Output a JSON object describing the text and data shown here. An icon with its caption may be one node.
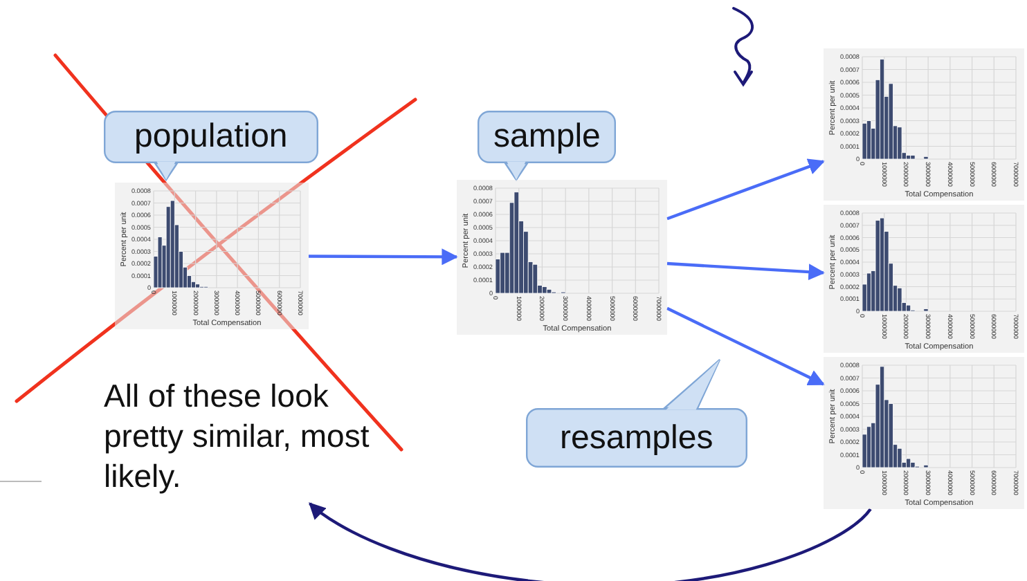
{
  "diagram": {
    "nodes": [
      {
        "text": [
          "population"
        ]
      },
      {
        "text": [],
        "shape": "chart"
      },
      {
        "text": [
          "sample"
        ]
      },
      {
        "text": [],
        "shape": "chart"
      },
      {
        "text": [],
        "shape": "chart"
      },
      {
        "text": [],
        "shape": "chart"
      },
      {
        "text": [],
        "shape": "chart"
      },
      {
        "text": [
          "resamples"
        ]
      },
      {
        "text": [
          "All of these look pretty similar, most likely."
        ]
      }
    ],
    "edges": [
      {
        "from": 1,
        "to": 3,
        "arrow": "to"
      },
      {
        "from": 3,
        "to": 4,
        "arrow": "to"
      },
      {
        "from": 3,
        "to": 5,
        "arrow": "to"
      },
      {
        "from": 3,
        "to": 6,
        "arrow": "to"
      },
      {
        "from": 6,
        "to": 8,
        "arrow": "to",
        "color": "#1d1a78"
      }
    ],
    "chart_data": [
      {
        "type": "bar",
        "grid": true,
        "xlabel": "Total Compensation",
        "ylabel": "Percent per unit",
        "x": [
          0,
          200000,
          400000,
          600000,
          800000,
          1000000,
          1200000,
          1400000,
          1600000,
          1800000,
          2000000,
          2200000,
          2400000
        ],
        "values": [
          0.00026,
          0.00042,
          0.00035,
          0.00067,
          0.00072,
          0.00052,
          0.0003,
          0.00017,
          0.0001,
          5e-05,
          3e-05,
          1e-05,
          1e-05
        ],
        "xlim": [
          0,
          7000000
        ],
        "ylim": [
          0,
          0.0008
        ],
        "xticks": [
          0,
          1000000,
          2000000,
          3000000,
          4000000,
          5000000,
          6000000,
          7000000
        ],
        "yticks": [
          0,
          0.0001,
          0.0002,
          0.0003,
          0.0004,
          0.0005,
          0.0006,
          0.0007,
          0.0008
        ]
      },
      {
        "type": "bar",
        "grid": true,
        "xlabel": "Total Compensation",
        "ylabel": "Percent per unit",
        "x": [
          0,
          200000,
          400000,
          600000,
          800000,
          1000000,
          1200000,
          1400000,
          1600000,
          1800000,
          2000000,
          2200000,
          2400000,
          2800000
        ],
        "values": [
          0.00026,
          0.00031,
          0.00031,
          0.00069,
          0.00077,
          0.00055,
          0.00047,
          0.00024,
          0.00022,
          6e-05,
          5e-05,
          3e-05,
          1e-05,
          1e-05
        ],
        "xlim": [
          0,
          7000000
        ],
        "ylim": [
          0,
          0.0008
        ],
        "xticks": [
          0,
          1000000,
          2000000,
          3000000,
          4000000,
          5000000,
          6000000,
          7000000
        ],
        "yticks": [
          0,
          0.0001,
          0.0002,
          0.0003,
          0.0004,
          0.0005,
          0.0006,
          0.0007,
          0.0008
        ]
      },
      {
        "type": "bar",
        "grid": true,
        "xlabel": "Total Compensation",
        "ylabel": "Percent per unit",
        "x": [
          0,
          200000,
          400000,
          600000,
          800000,
          1000000,
          1200000,
          1400000,
          1600000,
          1800000,
          2000000,
          2200000,
          2800000
        ],
        "values": [
          0.00028,
          0.0003,
          0.00024,
          0.00062,
          0.00078,
          0.00049,
          0.00059,
          0.00026,
          0.00025,
          5e-05,
          3e-05,
          3e-05,
          2e-05
        ],
        "xlim": [
          0,
          7000000
        ],
        "ylim": [
          0,
          0.0008
        ],
        "xticks": [
          0,
          1000000,
          2000000,
          3000000,
          4000000,
          5000000,
          6000000,
          7000000
        ],
        "yticks": [
          0,
          0.0001,
          0.0002,
          0.0003,
          0.0004,
          0.0005,
          0.0006,
          0.0007,
          0.0008
        ]
      },
      {
        "type": "bar",
        "grid": true,
        "xlabel": "Total Compensation",
        "ylabel": "Percent per unit",
        "x": [
          0,
          200000,
          400000,
          600000,
          800000,
          1000000,
          1200000,
          1400000,
          1600000,
          1800000,
          2000000,
          2200000,
          2800000
        ],
        "values": [
          0.00022,
          0.00031,
          0.00033,
          0.00074,
          0.00076,
          0.00065,
          0.00039,
          0.00021,
          0.00019,
          7e-05,
          5e-05,
          1e-05,
          2e-05
        ],
        "xlim": [
          0,
          7000000
        ],
        "ylim": [
          0,
          0.0008
        ],
        "xticks": [
          0,
          1000000,
          2000000,
          3000000,
          4000000,
          5000000,
          6000000,
          7000000
        ],
        "yticks": [
          0,
          0.0001,
          0.0002,
          0.0003,
          0.0004,
          0.0005,
          0.0006,
          0.0007,
          0.0008
        ]
      },
      {
        "type": "bar",
        "grid": true,
        "xlabel": "Total Compensation",
        "ylabel": "Percent per unit",
        "x": [
          0,
          200000,
          400000,
          600000,
          800000,
          1000000,
          1200000,
          1400000,
          1600000,
          1800000,
          2000000,
          2200000,
          2400000,
          2800000
        ],
        "values": [
          0.00026,
          0.00032,
          0.00035,
          0.00065,
          0.00079,
          0.00053,
          0.0005,
          0.00018,
          0.00015,
          4e-05,
          7e-05,
          4e-05,
          1e-05,
          2e-05
        ],
        "xlim": [
          0,
          7000000
        ],
        "ylim": [
          0,
          0.0008
        ],
        "xticks": [
          0,
          1000000,
          2000000,
          3000000,
          4000000,
          5000000,
          6000000,
          7000000
        ],
        "yticks": [
          0,
          0.0001,
          0.0002,
          0.0003,
          0.0004,
          0.0005,
          0.0006,
          0.0007,
          0.0008
        ]
      }
    ]
  }
}
